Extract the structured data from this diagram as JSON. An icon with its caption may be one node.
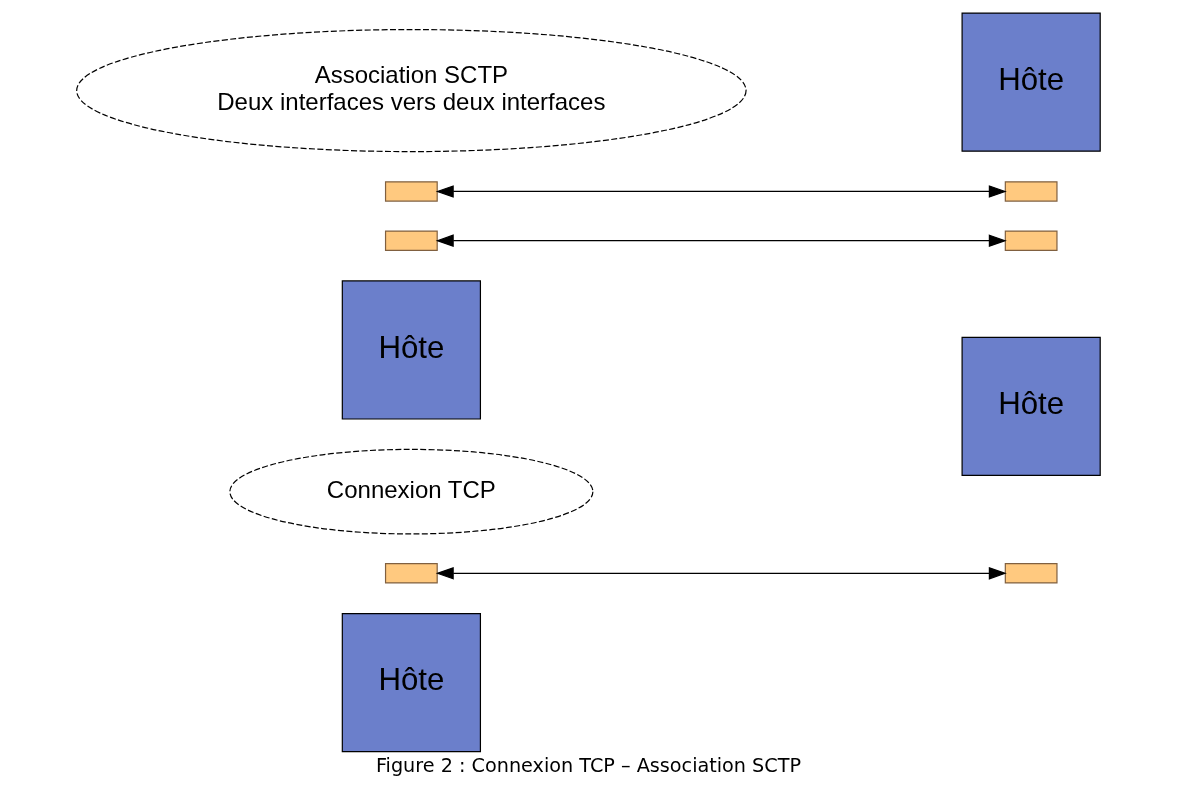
{
  "diagram": {
    "caption": "Figure 2 : Connexion TCP – Association SCTP",
    "nodes": [
      {
        "text": [
          "Hôte"
        ]
      },
      {
        "text": [],
        "shape": "box"
      },
      {
        "text": [
          "Hôte"
        ]
      },
      {
        "text": [],
        "shape": "box"
      },
      {
        "text": [
          "Connexion TCP"
        ]
      },
      {
        "text": [
          "Hôte"
        ]
      },
      {
        "text": [],
        "shape": "box"
      },
      {
        "text": [],
        "shape": "box"
      },
      {
        "text": [
          "Hôte"
        ]
      },
      {
        "text": [],
        "shape": "box"
      },
      {
        "text": [],
        "shape": "box"
      },
      {
        "text": [
          "Association SCTP",
          "Deux interfaces vers deux interfaces"
        ]
      }
    ],
    "edges": [
      {
        "from": 1,
        "to": 3,
        "arrow": "both"
      },
      {
        "from": 6,
        "to": 9,
        "arrow": "both"
      },
      {
        "from": 7,
        "to": 10,
        "arrow": "both"
      }
    ]
  }
}
